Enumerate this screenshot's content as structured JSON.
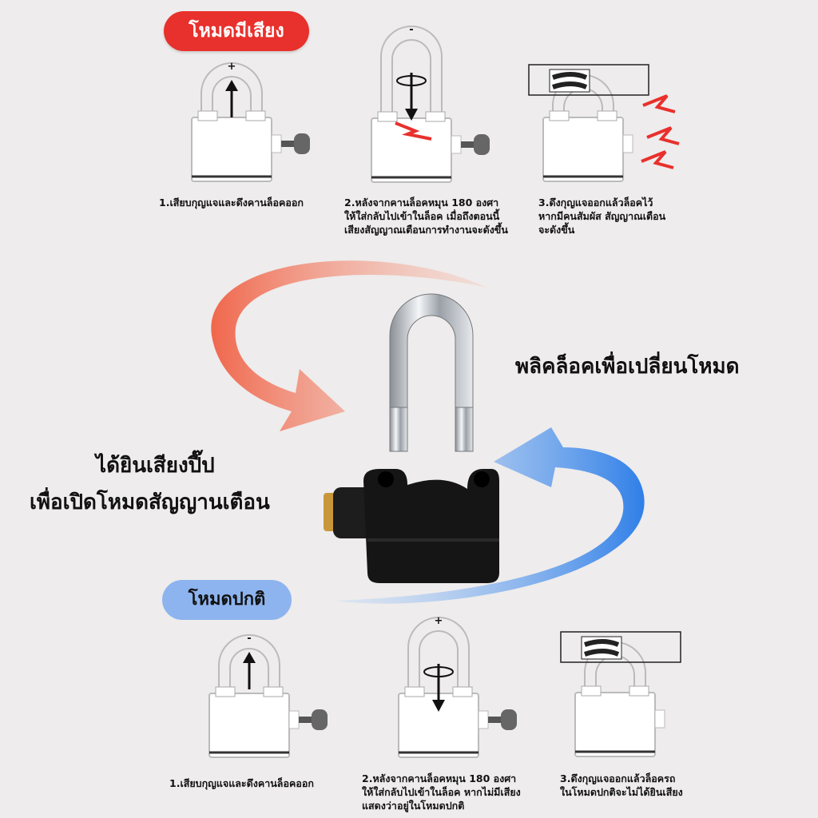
{
  "alarm_mode": {
    "label": "โหมดมีเสียง",
    "color": "#e8302c",
    "steps": [
      {
        "text": "1.เสียบกุญแจและดึงคานล็อคออก",
        "shackle_sign": "+"
      },
      {
        "text": "2.หลังจากคานล็อคหมุน 180 องศา\nให้ใส่กลับไปเข้าในล็อค เมื่อถึงตอนนี้\nเสียงสัญญาณเตือนการทำงานจะดังขึ้น",
        "shackle_sign": "-"
      },
      {
        "text": "3.ดึงกุญแจออกแล้วล็อคไว้\nหากมีคนสัมผัส สัญญาณเตือน\nจะดังขึ้น"
      }
    ]
  },
  "center": {
    "flip_text": "พลิคล็อคเพื่อเปลี่ยนโหมด",
    "beep_line1": "ได้ยินเสียงปี๊ป",
    "beep_line2": "เพื่อเปิดโหมดสัญญานเตือน"
  },
  "normal_mode": {
    "label": "โหมดปกติ",
    "color": "#8db4ee",
    "steps": [
      {
        "text": "1.เสียบกุญแจและดึงคานล็อคออก",
        "shackle_sign": "-"
      },
      {
        "text": "2.หลังจากคานล็อคหมุน 180 องศา\nให้ใส่กลับไปเข้าในล็อค หากไม่มีเสียง\nแสดงว่าอยู่ในโหมดปกติ",
        "shackle_sign": "+"
      },
      {
        "text": "3.ดึงกุญแจออกแล้วล็อครถ\nในโหมดปกติจะไม่ได้ยินเสียง"
      }
    ]
  }
}
